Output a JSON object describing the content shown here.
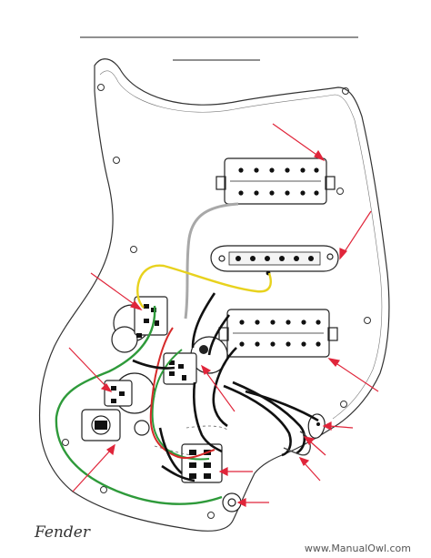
{
  "brand": {
    "signature": "Fender"
  },
  "watermark": {
    "text": "www.ManualOwl.com"
  },
  "colors": {
    "outline": "#333333",
    "wire_black": "#111111",
    "wire_green": "#2e9a3a",
    "wire_red": "#d62a2a",
    "wire_yellow": "#e8d21e",
    "wire_gray": "#a8a8a8",
    "callout": "#e0253a"
  },
  "components": {
    "pickups": [
      {
        "name": "neck-humbucker"
      },
      {
        "name": "middle-single-coil"
      },
      {
        "name": "bridge-humbucker"
      }
    ],
    "controls": [
      {
        "name": "volume-pot"
      },
      {
        "name": "tone-pot-1"
      },
      {
        "name": "tone-pot-2"
      }
    ],
    "switch": {
      "name": "five-way-switch"
    },
    "jack": {
      "name": "output-jack"
    }
  }
}
